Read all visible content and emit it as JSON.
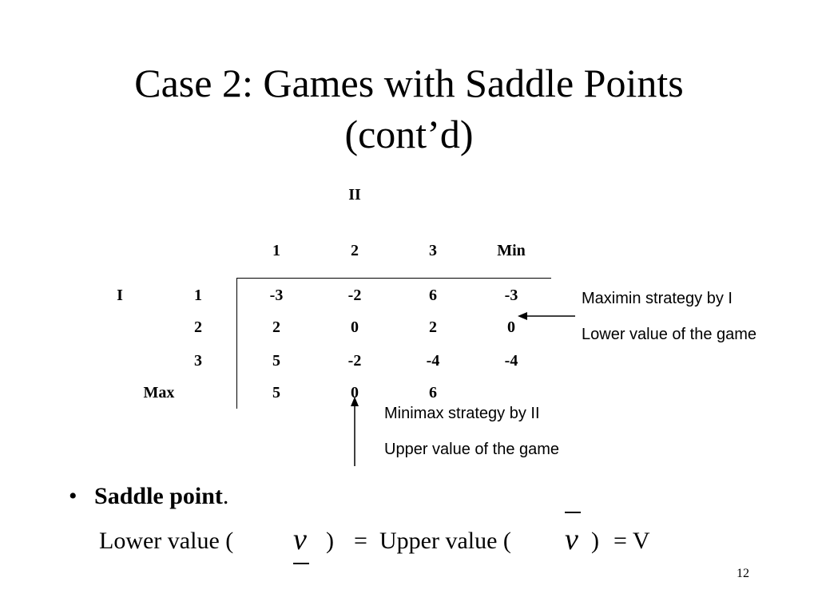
{
  "title": {
    "line1": "Case 2: Games with Saddle Points",
    "line2": "(cont’d)"
  },
  "table": {
    "col_player": "II",
    "row_player": "I",
    "col_headers": [
      "1",
      "2",
      "3",
      "Min"
    ],
    "rows": [
      {
        "label": "1",
        "values": [
          "-3",
          "-2",
          "6",
          "-3"
        ]
      },
      {
        "label": "2",
        "values": [
          "2",
          "0",
          "2",
          "0"
        ]
      },
      {
        "label": "3",
        "values": [
          "5",
          "-2",
          "-4",
          "-4"
        ]
      }
    ],
    "max_label": "Max",
    "max_values": [
      "5",
      "0",
      "6"
    ]
  },
  "annotations": {
    "maximin": "Maximin strategy by I",
    "lower": "Lower value of the game",
    "minimax": "Minimax strategy by II",
    "upper": "Upper value of the game"
  },
  "bullet": {
    "marker": "•",
    "term": "Saddle point",
    "term_suffix": ".",
    "lower_label": "Lower value (",
    "lower_close": ")",
    "equals": "=",
    "upper_label": "Upper value (",
    "upper_close": ")",
    "result": "= V",
    "symbol": "v"
  },
  "slide_number": "12"
}
